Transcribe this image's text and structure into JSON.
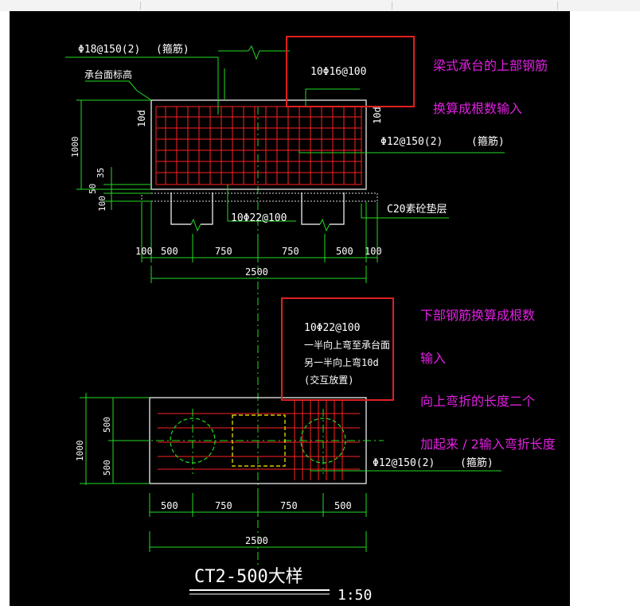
{
  "drawing": {
    "elevation_labels": {
      "stirrup_top": "Φ18@150(2)",
      "stirrup_top_note": "(箍筋)",
      "cap_top_elevation": "承台面标高",
      "top_bars": "10Φ16@100",
      "ten_d_left": "10d",
      "ten_d_right": "10d",
      "side_stirrup": "Φ12@150(2)",
      "side_stirrup_note": "(箍筋)",
      "bottom_bars": "10Φ22@100",
      "cushion": "C20素砼垫层",
      "dim_1000": "1000",
      "dim_35": "35",
      "dim_50": "50",
      "dim_100_v": "100",
      "dims_h": [
        "100",
        "500",
        "750",
        "750",
        "500",
        "100"
      ],
      "dim_total": "2500"
    },
    "plan_labels": {
      "note_line1": "10Φ22@100",
      "note_line2": "一半向上弯至承台面",
      "note_line3": "另一半向上弯10d",
      "note_line4": "(交互放置)",
      "dim_500_top": "500",
      "dim_500_bottom": "500",
      "dim_1000": "1000",
      "stirrup": "Φ12@150(2)",
      "stirrup_note": "(箍筋)",
      "dims_h": [
        "500",
        "750",
        "750",
        "500"
      ],
      "dim_total": "2500"
    },
    "title": "CT2-500大样",
    "scale": "1:50"
  },
  "annotations": {
    "top_note": [
      "梁式承台的上部钢筋",
      "换算成根数输入"
    ],
    "bottom_note": [
      "下部钢筋换算成根数",
      "输入",
      "向上弯折的长度二个",
      "加起来 / 2输入弯折长度"
    ]
  },
  "colors": {
    "background": "#000000",
    "outline": "#ffffff",
    "rebar": "#ff2020",
    "dimension": "#22dd22",
    "pile": "#22dd22",
    "column": "#ffee00",
    "highlight_box": "#e02020",
    "note_text": "#e020e0"
  }
}
